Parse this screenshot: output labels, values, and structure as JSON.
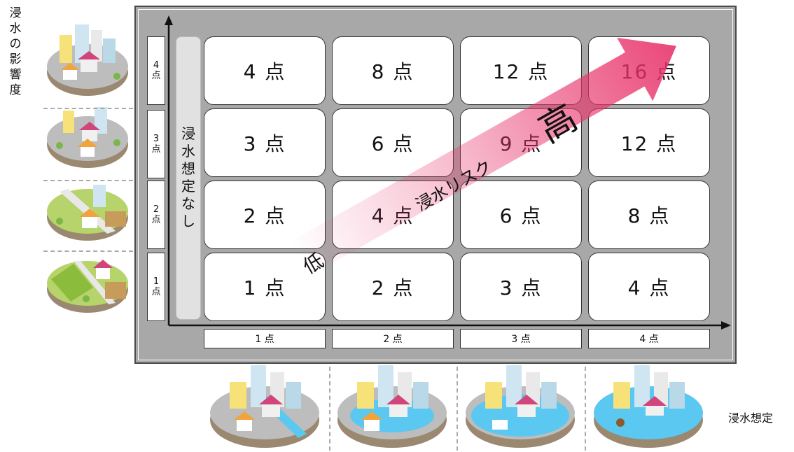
{
  "y_axis_title": "浸水の影響度",
  "x_axis_title": "浸水想定",
  "no_flood_label": "浸水想定なし",
  "y_labels": [
    "4\n点",
    "3\n点",
    "2\n点",
    "1\n点"
  ],
  "x_labels": [
    "1 点",
    "2 点",
    "3 点",
    "4 点"
  ],
  "grid": [
    [
      "4 点",
      "8 点",
      "12 点",
      "16 点"
    ],
    [
      "3 点",
      "6 点",
      "9 点",
      "12 点"
    ],
    [
      "2 点",
      "4 点",
      "6 点",
      "8 点"
    ],
    [
      "1 点",
      "2 点",
      "3 点",
      "4 点"
    ]
  ],
  "arrow": {
    "low": "低",
    "text": "浸水リスク",
    "high": "高",
    "color": "#e8336b"
  }
}
